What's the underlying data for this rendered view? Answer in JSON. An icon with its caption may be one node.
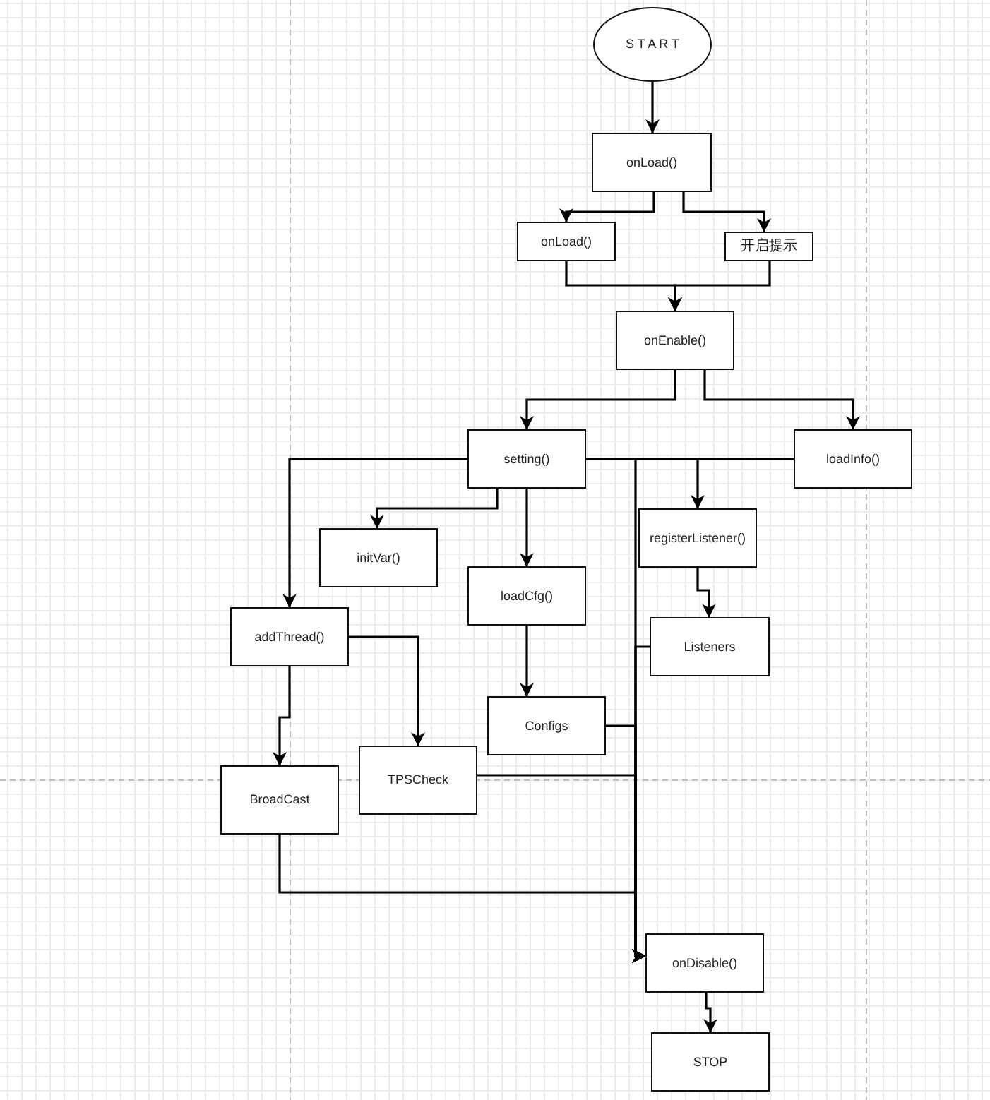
{
  "diagram": {
    "nodes": [
      {
        "text": [
          "S T A R T"
        ]
      },
      {
        "text": [
          "onLoad()"
        ]
      },
      {
        "text": [
          "onLoad()"
        ]
      },
      {
        "text": [
          "开启提示"
        ]
      },
      {
        "text": [
          "onEnable()"
        ]
      },
      {
        "text": [
          "setting()"
        ]
      },
      {
        "text": [
          "loadInfo()"
        ]
      },
      {
        "text": [
          "initVar()"
        ]
      },
      {
        "text": [
          "registerListener()"
        ]
      },
      {
        "text": [
          "addThread()"
        ]
      },
      {
        "text": [
          "loadCfg()"
        ]
      },
      {
        "text": [
          "Listeners"
        ]
      },
      {
        "text": [
          "Configs"
        ]
      },
      {
        "text": [
          "TPSCheck"
        ]
      },
      {
        "text": [
          "BroadCast"
        ]
      },
      {
        "text": [
          "onDisable()"
        ]
      },
      {
        "text": [
          "STOP"
        ]
      }
    ],
    "edges": [
      {
        "from": 0,
        "to": 1,
        "arrow": "to"
      },
      {
        "from": 1,
        "to": 2,
        "arrow": "to"
      },
      {
        "from": 1,
        "to": 3,
        "arrow": "to"
      },
      {
        "from": 2,
        "to": 4,
        "arrow": "to"
      },
      {
        "from": 3,
        "to": 4,
        "arrow": "to"
      },
      {
        "from": 4,
        "to": 5,
        "arrow": "to"
      },
      {
        "from": 4,
        "to": 6,
        "arrow": "to"
      },
      {
        "from": 5,
        "to": 9,
        "arrow": "to"
      },
      {
        "from": 5,
        "to": 7,
        "arrow": "to"
      },
      {
        "from": 5,
        "to": 10,
        "arrow": "to"
      },
      {
        "from": 5,
        "to": 8,
        "arrow": "to"
      },
      {
        "from": 6,
        "to": 15,
        "arrow": "to"
      },
      {
        "from": 8,
        "to": 11,
        "arrow": "to"
      },
      {
        "from": 10,
        "to": 12,
        "arrow": "to"
      },
      {
        "from": 9,
        "to": 14,
        "arrow": "to"
      },
      {
        "from": 9,
        "to": 13,
        "arrow": "to"
      },
      {
        "from": 11,
        "to": 15,
        "arrow": "to"
      },
      {
        "from": 12,
        "to": 15,
        "arrow": "to"
      },
      {
        "from": 13,
        "to": 15,
        "arrow": "to"
      },
      {
        "from": 14,
        "to": 15,
        "arrow": "to"
      },
      {
        "from": 15,
        "to": 16,
        "arrow": "to"
      }
    ]
  }
}
